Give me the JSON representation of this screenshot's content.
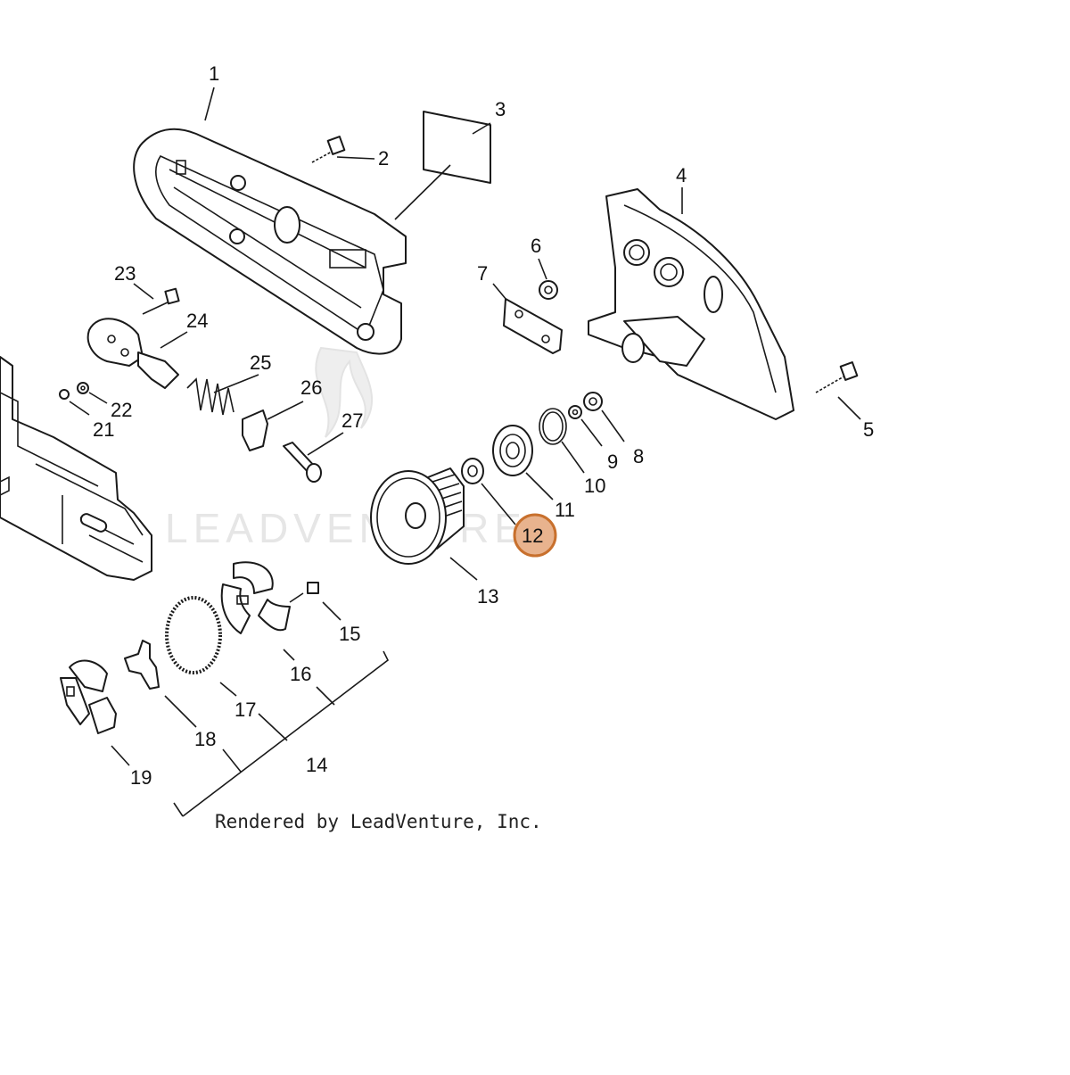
{
  "diagram": {
    "watermark_text": "LEADVENTURE",
    "credit": "Rendered by LeadVenture, Inc.",
    "highlight_color": "#e8b38e",
    "highlight_stroke": "#c8702d",
    "highlighted_callout": "12",
    "callouts": {
      "c1": "1",
      "c2": "2",
      "c3": "3",
      "c4": "4",
      "c5": "5",
      "c6": "6",
      "c7": "7",
      "c8": "8",
      "c9": "9",
      "c10": "10",
      "c11": "11",
      "c12": "12",
      "c13": "13",
      "c14": "14",
      "c15": "15",
      "c16": "16",
      "c17": "17",
      "c18": "18",
      "c19": "19",
      "c21": "21",
      "c22": "22",
      "c23": "23",
      "c24": "24",
      "c25": "25",
      "c26": "26",
      "c27": "27"
    },
    "parts": [
      {
        "id": "part-1",
        "icon": "chain-cover-plate-icon"
      },
      {
        "id": "part-2",
        "icon": "bolt-icon"
      },
      {
        "id": "part-3",
        "icon": "label-sticker-icon"
      },
      {
        "id": "part-4",
        "icon": "clutch-cover-icon"
      },
      {
        "id": "part-5",
        "icon": "bolt-icon"
      },
      {
        "id": "part-6",
        "icon": "nut-icon"
      },
      {
        "id": "part-7",
        "icon": "plate-icon"
      },
      {
        "id": "part-8",
        "icon": "nut-icon"
      },
      {
        "id": "part-9",
        "icon": "washer-icon"
      },
      {
        "id": "part-10",
        "icon": "snap-ring-icon"
      },
      {
        "id": "part-11",
        "icon": "bearing-icon"
      },
      {
        "id": "part-12",
        "icon": "bushing-icon"
      },
      {
        "id": "part-13",
        "icon": "clutch-drum-icon"
      },
      {
        "id": "part-14",
        "icon": "clutch-assembly-group-icon"
      },
      {
        "id": "part-15",
        "icon": "screw-icon"
      },
      {
        "id": "part-16",
        "icon": "clutch-shoe-icon"
      },
      {
        "id": "part-17",
        "icon": "clutch-spring-icon"
      },
      {
        "id": "part-18",
        "icon": "clutch-hub-icon"
      },
      {
        "id": "part-19",
        "icon": "clutch-plate-icon"
      },
      {
        "id": "part-21",
        "icon": "screw-icon"
      },
      {
        "id": "part-22",
        "icon": "washer-icon"
      },
      {
        "id": "part-23",
        "icon": "bolt-icon"
      },
      {
        "id": "part-24",
        "icon": "tensioner-bracket-icon"
      },
      {
        "id": "part-25",
        "icon": "spring-icon"
      },
      {
        "id": "part-26",
        "icon": "adjuster-icon"
      },
      {
        "id": "part-27",
        "icon": "adjuster-pin-icon"
      }
    ]
  }
}
